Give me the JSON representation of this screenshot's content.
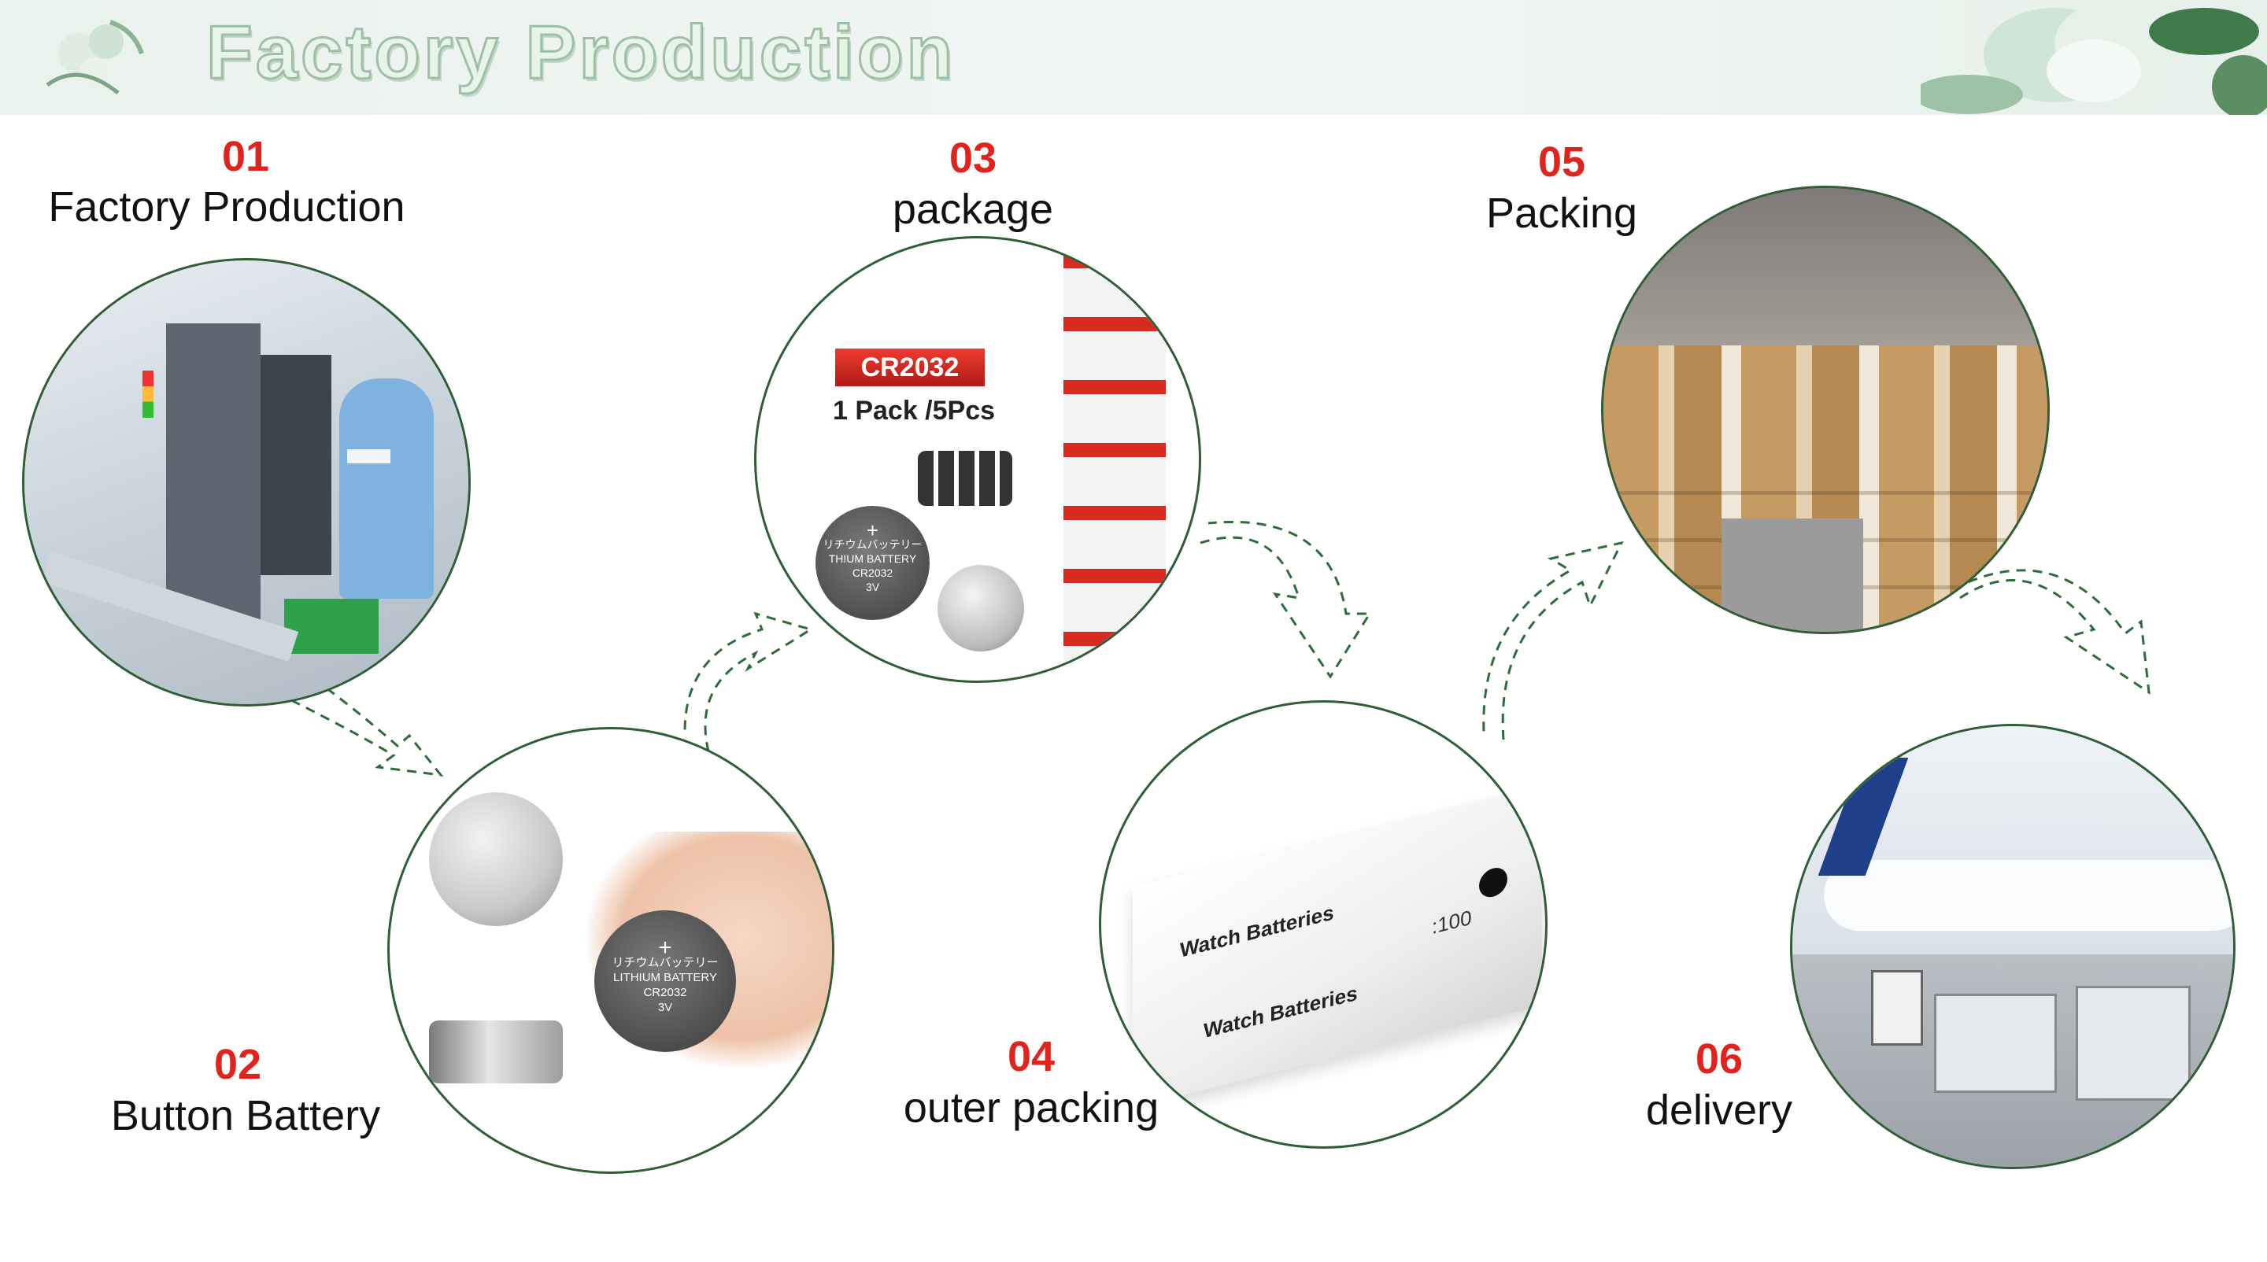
{
  "header": {
    "title": "Factory Production"
  },
  "steps": [
    {
      "number": "01",
      "label": "Factory Production",
      "image": "factory-assembly-line-photo"
    },
    {
      "number": "02",
      "label": "Button Battery",
      "image": "button-battery-in-hand-photo"
    },
    {
      "number": "03",
      "label": "package",
      "image": "battery-blister-pack-photo",
      "texts": {
        "badge": "CR2032",
        "pack": "1 Pack /5Pcs",
        "cell_line1": "リチウムバッテリー",
        "cell_line2": "THIUM BATTERY",
        "cell_line3": "CR2032",
        "cell_line4": "3V"
      }
    },
    {
      "number": "04",
      "label": "outer packing",
      "image": "watch-batteries-box-photo",
      "texts": {
        "box_front": "Watch Batteries",
        "box_top": "Watch Batteries",
        "qty": ":100"
      }
    },
    {
      "number": "05",
      "label": "Packing",
      "image": "warehouse-cartons-photo"
    },
    {
      "number": "06",
      "label": "delivery",
      "image": "airport-cargo-loading-photo"
    }
  ],
  "step2_texts": {
    "cell_line1": "リチウムバッテリー",
    "cell_line2": "LITHIUM BATTERY",
    "cell_line3": "CR2032",
    "cell_line4": "3V"
  },
  "colors": {
    "number": "#e0231d",
    "circle_border": "#2e5d36",
    "arrow": "#2e6b3a",
    "banner": "#eaf2ee"
  }
}
